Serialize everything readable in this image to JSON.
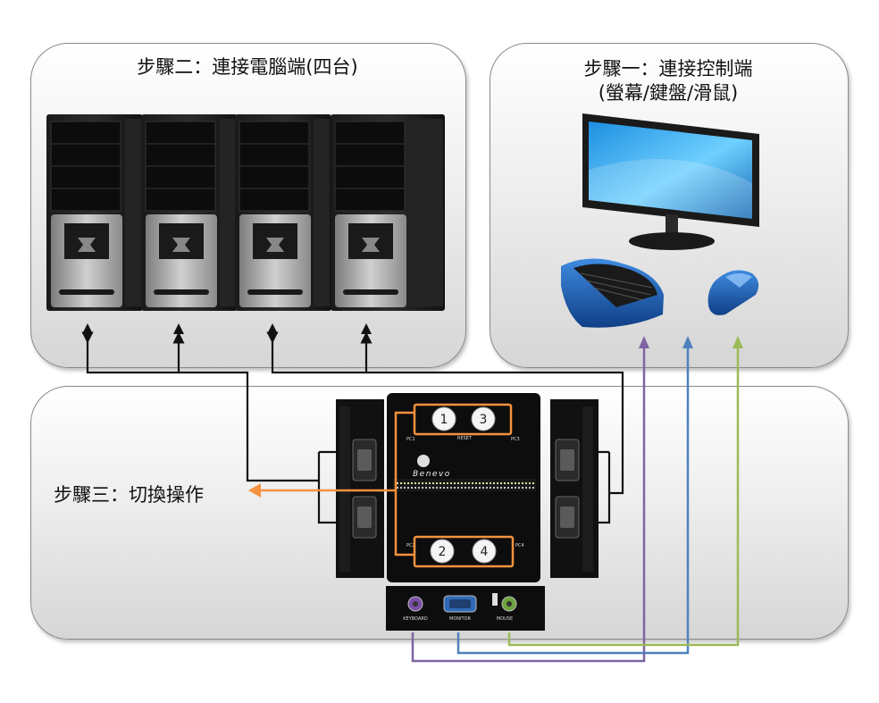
{
  "steps": {
    "step1_line1": "步驟一：連接控制端",
    "step1_line2": "(螢幕/鍵盤/滑鼠)",
    "step2": "步驟二：連接電腦端(四台)",
    "step3": "步驟三：切換操作"
  },
  "switch": {
    "brand": "Benevo",
    "buttons": [
      "1",
      "3",
      "2",
      "4"
    ],
    "reset_label": "RESET",
    "pc_labels": [
      "PC1",
      "PC3",
      "PC2",
      "PC4"
    ],
    "ports": {
      "keyboard": "KEYBOARD",
      "monitor": "MONITOR",
      "mouse": "MOUSE"
    }
  },
  "colors": {
    "orange": "#f5923e",
    "purple": "#8064a2",
    "blue": "#4f81bd",
    "green": "#9bbb59",
    "line_black": "#111111"
  }
}
